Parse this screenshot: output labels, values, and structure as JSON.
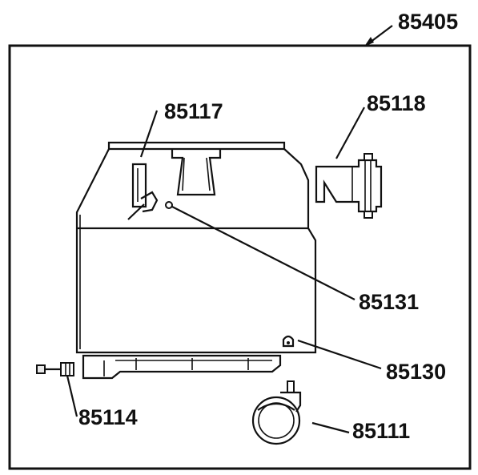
{
  "diagram": {
    "assembly_label": "85405",
    "part_labels": {
      "lid_bracket": "85117",
      "handle_bracket": "85118",
      "screw": "85131",
      "latch": "85130",
      "pin": "85114",
      "caster": "85111"
    }
  }
}
